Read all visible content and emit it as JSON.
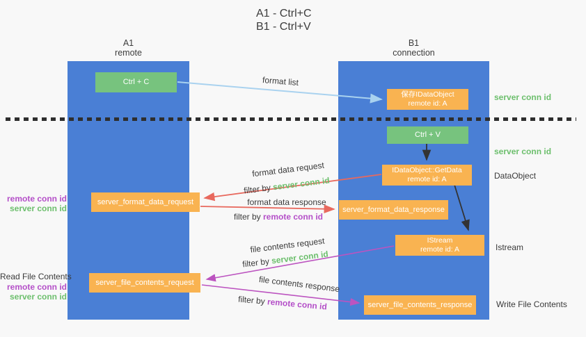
{
  "title": {
    "line1": "A1 - Ctrl+C",
    "line2": "B1 - Ctrl+V"
  },
  "columns": {
    "a": {
      "name": "A1",
      "subtitle": "remote"
    },
    "b": {
      "name": "B1",
      "subtitle": "connection"
    }
  },
  "boxes": {
    "ctrl_c": {
      "label": "Ctrl + C"
    },
    "ctrl_v": {
      "label": "Ctrl + V"
    },
    "save_idataobject": {
      "line1": "保存IDataObject",
      "line2": "remote id: A"
    },
    "idataobject_getdata": {
      "line1": "IDataObject::GetData",
      "line2": "remote id: A"
    },
    "istream": {
      "line1": "IStream",
      "line2": "remote id: A"
    },
    "server_format_data_request": {
      "label": "server_format_data_request"
    },
    "server_format_data_response": {
      "label": "server_format_data_response"
    },
    "server_file_contents_request": {
      "label": "server_file_contents_request"
    },
    "server_file_contents_response": {
      "label": "server_file_contents_response"
    }
  },
  "flow_labels": {
    "format_list": "format list",
    "format_data_request": "format data request",
    "format_data_response": "format data response",
    "file_contents_request": "file contents request",
    "file_contents_response": "file contents response",
    "filter_by": "filter by ",
    "server_conn_id": "server conn id",
    "remote_conn_id": "remote conn id"
  },
  "side_labels": {
    "left_remote_conn_id": "remote conn id",
    "left_server_conn_id": "server conn id",
    "read_file_contents": "Read File Contents",
    "right_server_conn_id_top": "server conn id",
    "right_server_conn_id_mid": "server conn id",
    "dataobject": "DataObject",
    "istream": "Istream",
    "write_file_contents": "Write File Contents"
  },
  "colors": {
    "column_blue": "#4a7fd5",
    "box_green": "#77c37e",
    "box_orange": "#f9b351",
    "arrow_light_blue": "#a9d2ef",
    "arrow_red": "#e8695e",
    "arrow_magenta": "#bc54c0",
    "arrow_black": "#333333",
    "text_green": "#6dbf6d",
    "text_purple": "#b44fc8",
    "text_dark": "#3a3a3a",
    "background": "#f8f8f8"
  }
}
